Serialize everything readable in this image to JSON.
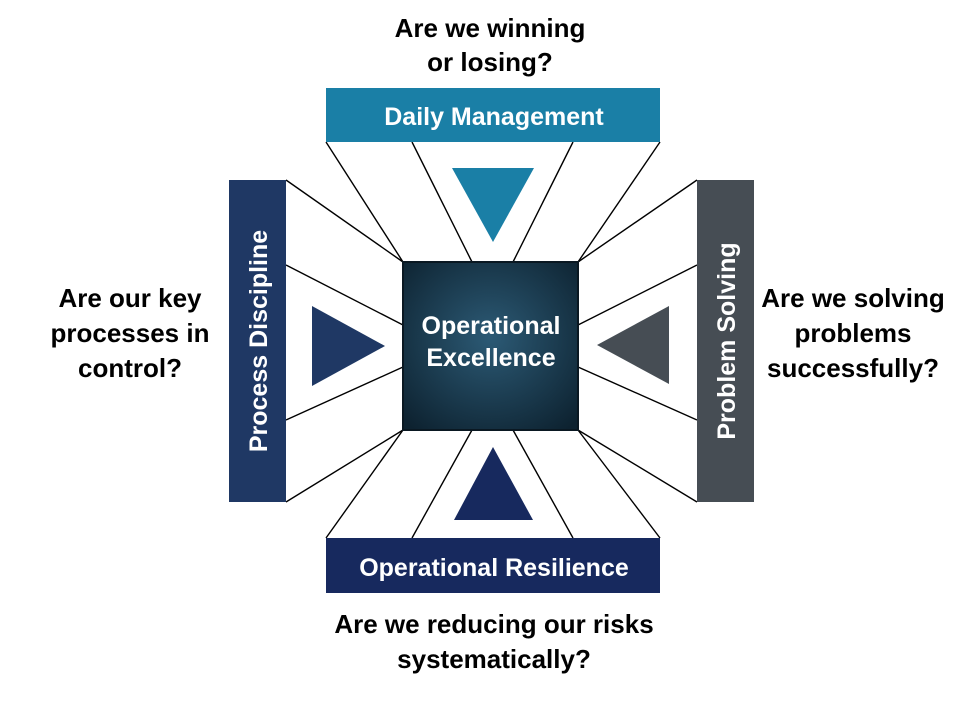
{
  "center": {
    "line1": "Operational",
    "line2": "Excellence"
  },
  "pillars": {
    "top": {
      "label": "Daily Management",
      "color": "#1a7fa6"
    },
    "left": {
      "label": "Process Discipline",
      "color": "#1f3864"
    },
    "right": {
      "label": "Problem Solving",
      "color": "#464d54"
    },
    "bottom": {
      "label": "Operational Resilience",
      "color": "#17295e"
    }
  },
  "questions": {
    "top": [
      "Are we winning",
      "or losing?"
    ],
    "left": [
      "Are our key",
      "processes in",
      "control?"
    ],
    "right": [
      "Are we solving",
      "problems",
      "successfully?"
    ],
    "bottom": [
      "Are we reducing our risks",
      "systematically?"
    ]
  },
  "colors": {
    "center_dark": "#0d2230",
    "center_light": "#2c5a75",
    "triangle_top": "#1a7fa6",
    "triangle_left": "#1f3864",
    "triangle_right": "#464d54",
    "triangle_bottom": "#17295e"
  }
}
